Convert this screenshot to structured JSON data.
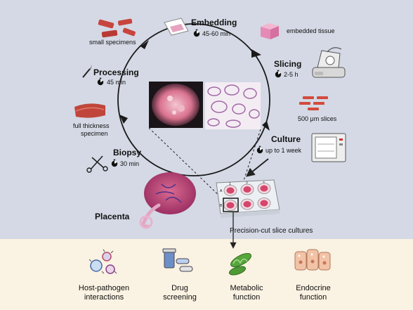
{
  "workflow": {
    "embedding": {
      "title": "Embedding",
      "time": "45-60 min"
    },
    "slicing": {
      "title": "Slicing",
      "time": "2-5 h"
    },
    "culture": {
      "title": "Culture",
      "time": "up to 1 week"
    },
    "processing": {
      "title": "Processing",
      "time": "45 min"
    },
    "biopsy": {
      "title": "Biopsy",
      "time": "30 min"
    }
  },
  "labels": {
    "small_specimens": "small specimens",
    "embedded_tissue": "embedded tissue",
    "slices": "500 μm slices",
    "full_thickness_line1": "full thickness",
    "full_thickness_line2": "specimen",
    "placenta": "Placenta",
    "pcsc": "Precision-cut slice cultures"
  },
  "plate": {
    "columns": [
      "1",
      "2",
      "3"
    ],
    "rows": [
      "A",
      "B"
    ]
  },
  "applications": [
    {
      "line1": "Host-pathogen",
      "line2": "interactions",
      "icon": "virus-icon"
    },
    {
      "line1": "Drug",
      "line2": "screening",
      "icon": "pill-icon"
    },
    {
      "line1": "Metabolic",
      "line2": "function",
      "icon": "mitochondria-icon"
    },
    {
      "line1": "Endocrine",
      "line2": "function",
      "icon": "cells-icon"
    }
  ],
  "colors": {
    "background_top": "#d4d9e5",
    "background_bottom": "#faf2e2",
    "tissue_pink": "#d6456b",
    "clock": "#111111",
    "mitochondria_green": "#57a63c"
  }
}
